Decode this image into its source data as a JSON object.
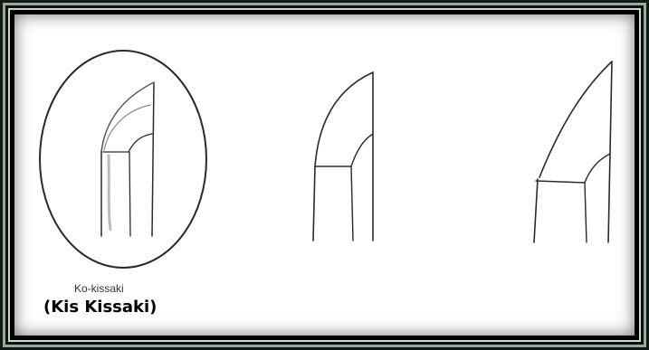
{
  "colors": {
    "frame_dark": "#0b130e",
    "frame_border": "#9aa89b",
    "canvas": "#ffffff",
    "ink": "#2a2a2a"
  },
  "captions": {
    "ko_kissaki": "Ko-kissaki",
    "kis_kissaki": "(Kis Kissaki)"
  },
  "figures": [
    {
      "name": "ko-kissaki-sketch",
      "circled": true
    },
    {
      "name": "chu-kissaki-sketch",
      "circled": false
    },
    {
      "name": "o-kissaki-sketch",
      "circled": false
    }
  ]
}
